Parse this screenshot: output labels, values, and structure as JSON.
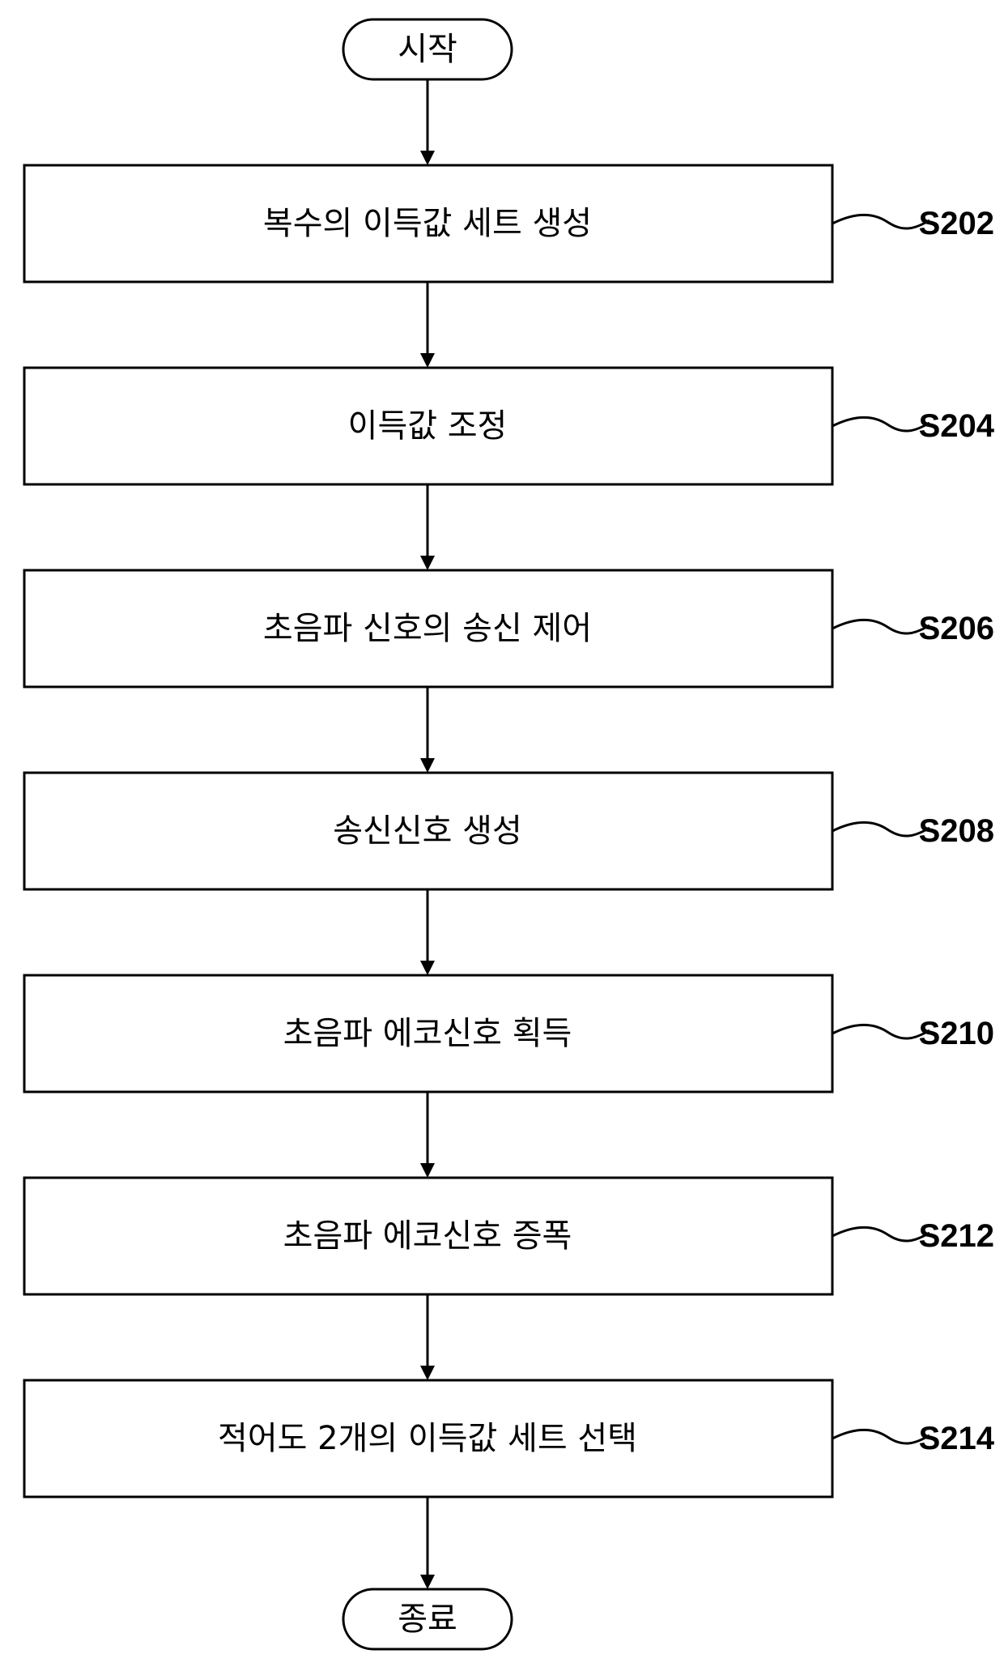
{
  "start": {
    "label": "시작"
  },
  "end": {
    "label": "종료"
  },
  "steps": [
    {
      "label": "복수의 이득값 세트 생성",
      "id": "S202"
    },
    {
      "label": "이득값 조정",
      "id": "S204"
    },
    {
      "label": "초음파 신호의 송신 제어",
      "id": "S206"
    },
    {
      "label": "송신신호 생성",
      "id": "S208"
    },
    {
      "label": "초음파 에코신호 획득",
      "id": "S210"
    },
    {
      "label": "초음파 에코신호 증폭",
      "id": "S212"
    },
    {
      "label": "적어도 2개의 이득값 세트 선택",
      "id": "S214"
    }
  ]
}
